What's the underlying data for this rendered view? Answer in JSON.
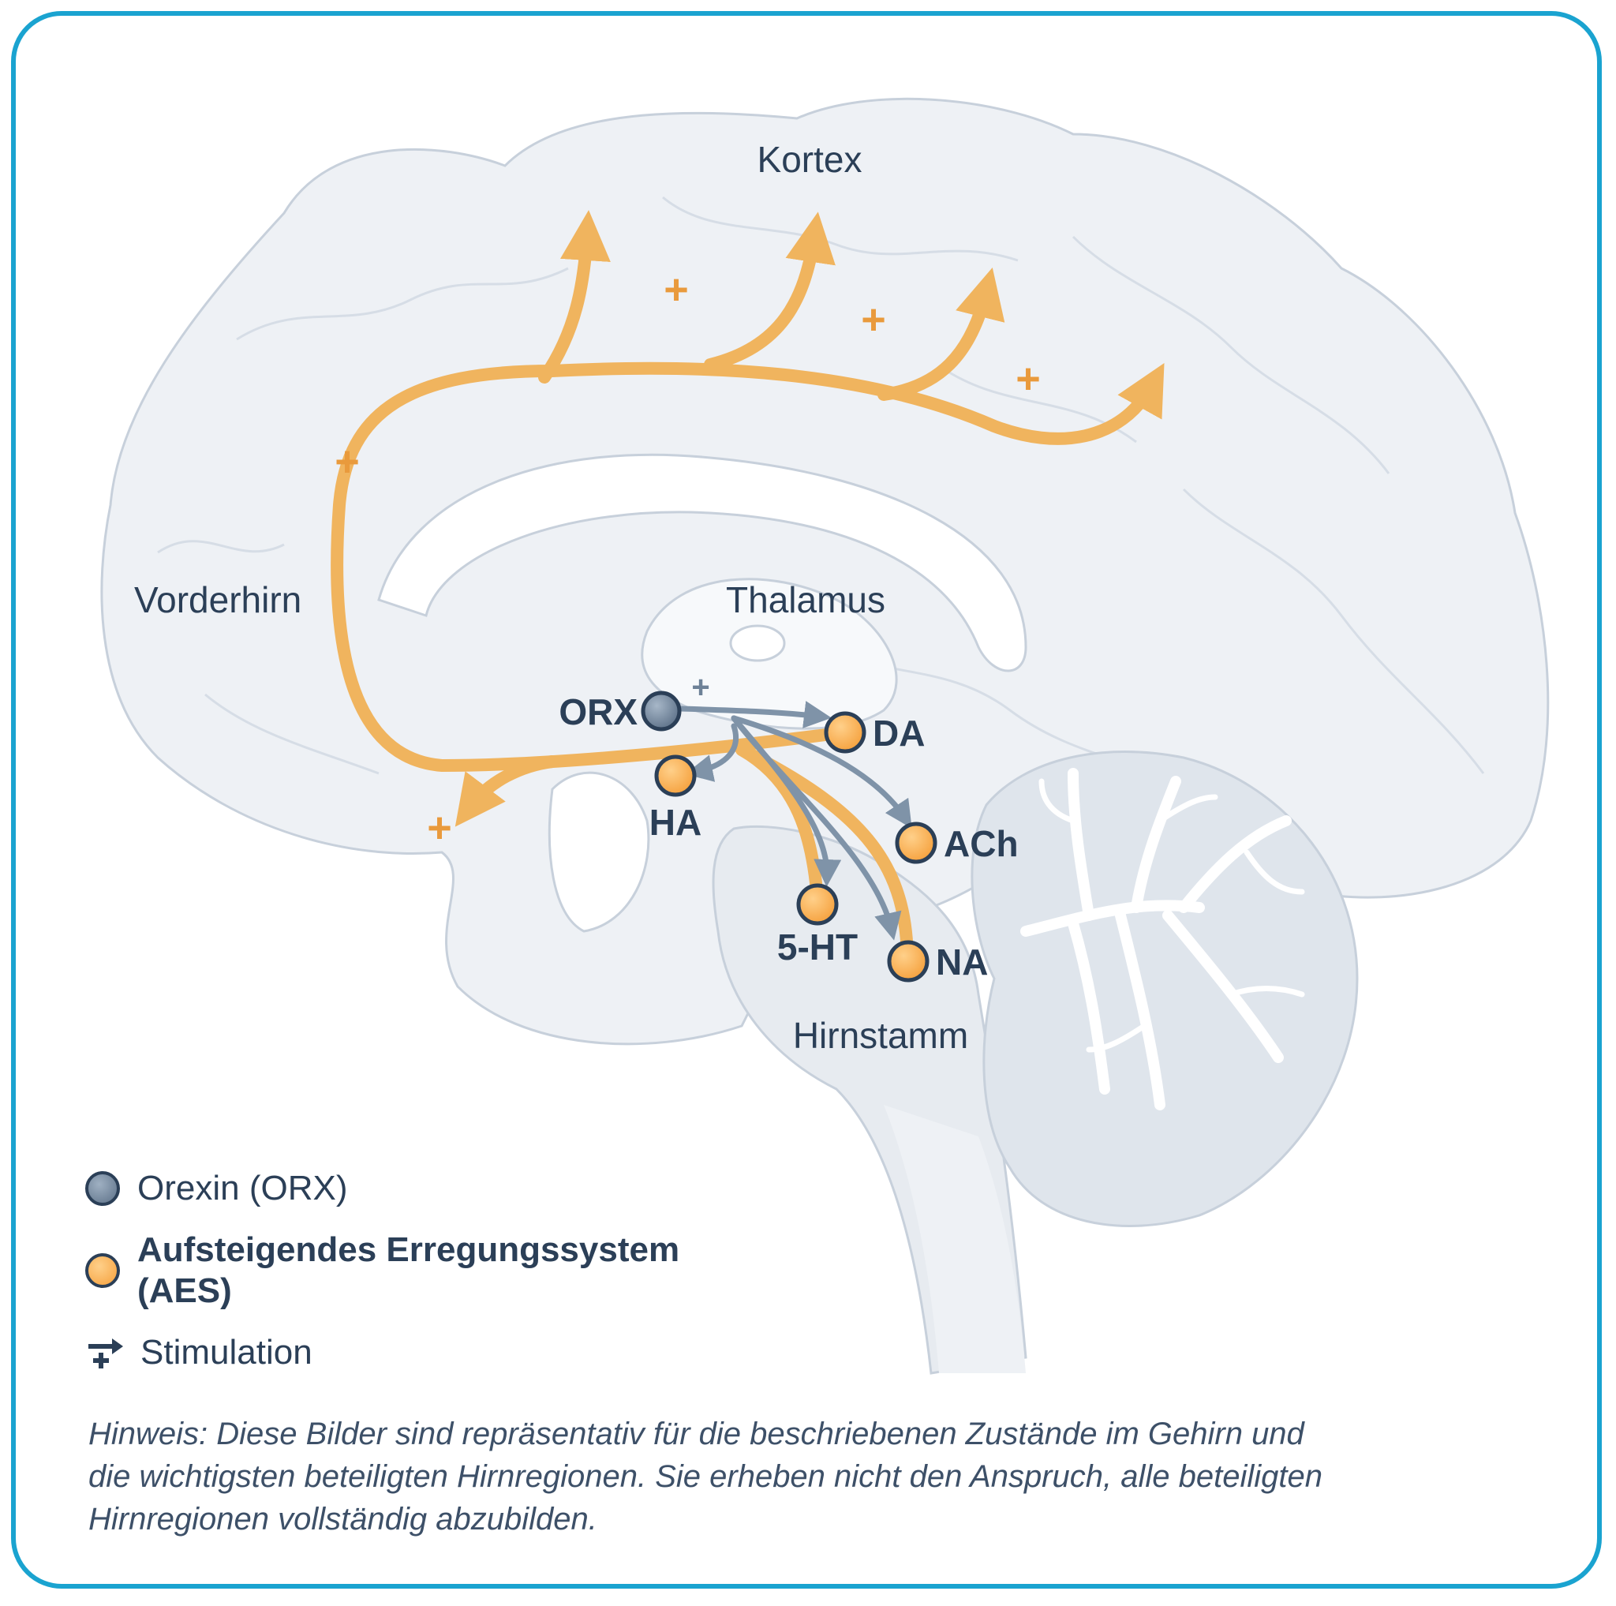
{
  "regions": {
    "kortex": "Kortex",
    "vorderhirn": "Vorderhirn",
    "thalamus": "Thalamus",
    "hirnstamm": "Hirnstamm"
  },
  "nodes": {
    "orx": "ORX",
    "da": "DA",
    "ha": "HA",
    "ach": "ACh",
    "five_ht": "5-HT",
    "na": "NA"
  },
  "symbols": {
    "plus": "+"
  },
  "legend": {
    "orexin": "Orexin (ORX)",
    "aes_line1": "Aufsteigendes Erregungssystem",
    "aes_line2": "(AES)",
    "stimulation": "Stimulation"
  },
  "note": {
    "line1": "Hinweis: Diese Bilder sind repräsentativ für die beschriebenen Zustände im Gehirn und",
    "line2": "die wichtigsten beteiligten Hirnregionen. Sie erheben nicht den Anspruch, alle  beteiligten",
    "line3": "Hirnregionen vollständig abzubilden."
  },
  "colors": {
    "frame": "#1aa3d0",
    "aes_pathway": "#f0b45e",
    "orexin_pathway": "#7f93a8",
    "text": "#2b3f57",
    "brain_fill": "#eef1f5"
  }
}
